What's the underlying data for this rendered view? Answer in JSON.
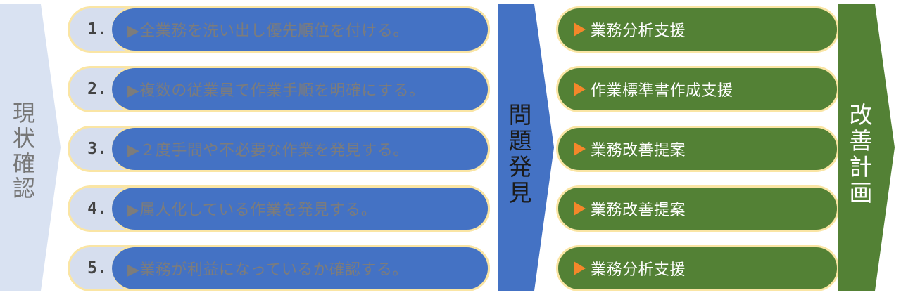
{
  "current_state": {
    "chars": [
      "現",
      "状",
      "確",
      "認"
    ]
  },
  "problems": {
    "chars": [
      "問",
      "題",
      "発",
      "見"
    ]
  },
  "plan": {
    "chars": [
      "改",
      "善",
      "計",
      "画"
    ]
  },
  "steps": [
    {
      "num": "1.",
      "text": "▶全業務を洗い出し優先順位を付ける。"
    },
    {
      "num": "2.",
      "text": "▶複数の従業員で作業手順を明確にする。"
    },
    {
      "num": "3.",
      "text": "▶２度手間や不必要な作業を発見する。"
    },
    {
      "num": "4.",
      "text": "▶属人化している作業を発見する。"
    },
    {
      "num": "5.",
      "text": "▶業務が利益になっているか確認する。"
    }
  ],
  "actions": [
    {
      "text": "業務分析支援"
    },
    {
      "text": "作業標準書作成支援"
    },
    {
      "text": "業務改善提案"
    },
    {
      "text": "業務改善提案"
    },
    {
      "text": "業務分析支援"
    }
  ],
  "colors": {
    "stage_light": "#d9e2f2",
    "stage_blue": "#4472c4",
    "stage_green": "#538135",
    "step_outer": "#d6deee",
    "step_border": "#fae5a4",
    "arrow_orange": "#f4872a"
  }
}
